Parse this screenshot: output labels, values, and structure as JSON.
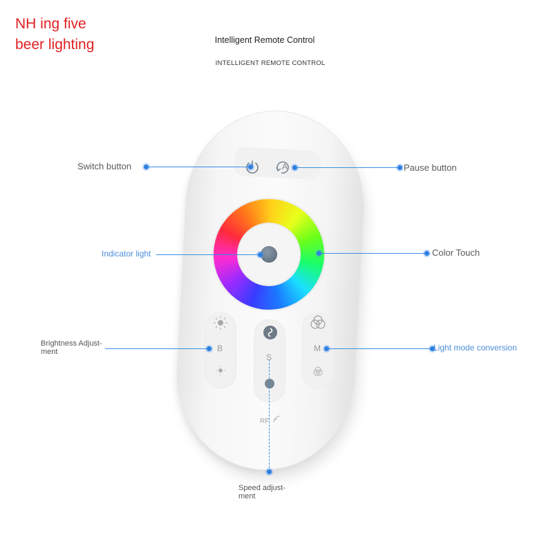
{
  "brand": {
    "line1": "NH ing five",
    "line2": "beer lighting"
  },
  "header": {
    "title": "Intelligent Remote Control",
    "subtitle": "INTELLIGENT REMOTE CONTROL"
  },
  "callouts": {
    "switch": "Switch button",
    "pause": "Pause button",
    "indicator": "Indicator light",
    "color_touch": "Color Touch",
    "brightness_l1": "Brightness Adjust-",
    "brightness_l2": "ment",
    "light_mode": "Light mode conversion",
    "speed_l1": "Speed adjust-",
    "speed_l2": "ment"
  },
  "remote": {
    "b_label": "B",
    "s_label": "S",
    "m_label": "M",
    "auto_label": "A",
    "rf_label": "RF",
    "icons": [
      "power-icon",
      "auto-cycle-icon",
      "sun-icon",
      "small-sun-icon",
      "speed-icon",
      "color-mix-icon"
    ]
  },
  "colors": {
    "brand_red": "#e01f1f",
    "callout_blue": "#2e7fe0"
  }
}
